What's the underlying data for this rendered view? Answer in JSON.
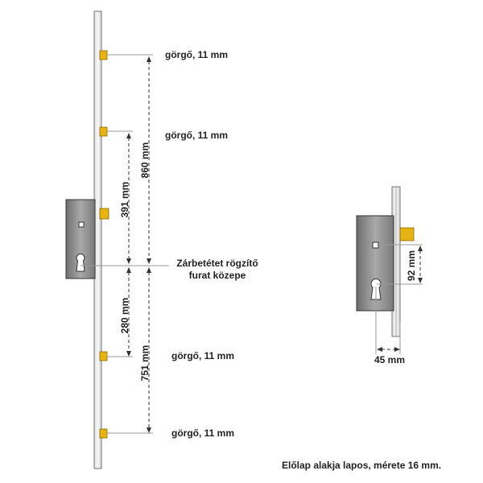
{
  "labels": {
    "roller": "görgő, 11 mm",
    "center_line1": "Zárbetétet rögzítő",
    "center_line2": "furat közepe",
    "faceplate_note": "Előlap alakja lapos, mérete 16 mm."
  },
  "dimensions": {
    "top_to_center": "860 mm",
    "upper_roller_to_center": "391 mm",
    "center_to_lower_roller": "280 mm",
    "center_to_bottom": "751 mm",
    "detail_vertical": "92 mm",
    "detail_horizontal": "45 mm"
  },
  "colors": {
    "roller": "#e6b214",
    "case": "#8f8f8f",
    "plate": "#ececec"
  }
}
